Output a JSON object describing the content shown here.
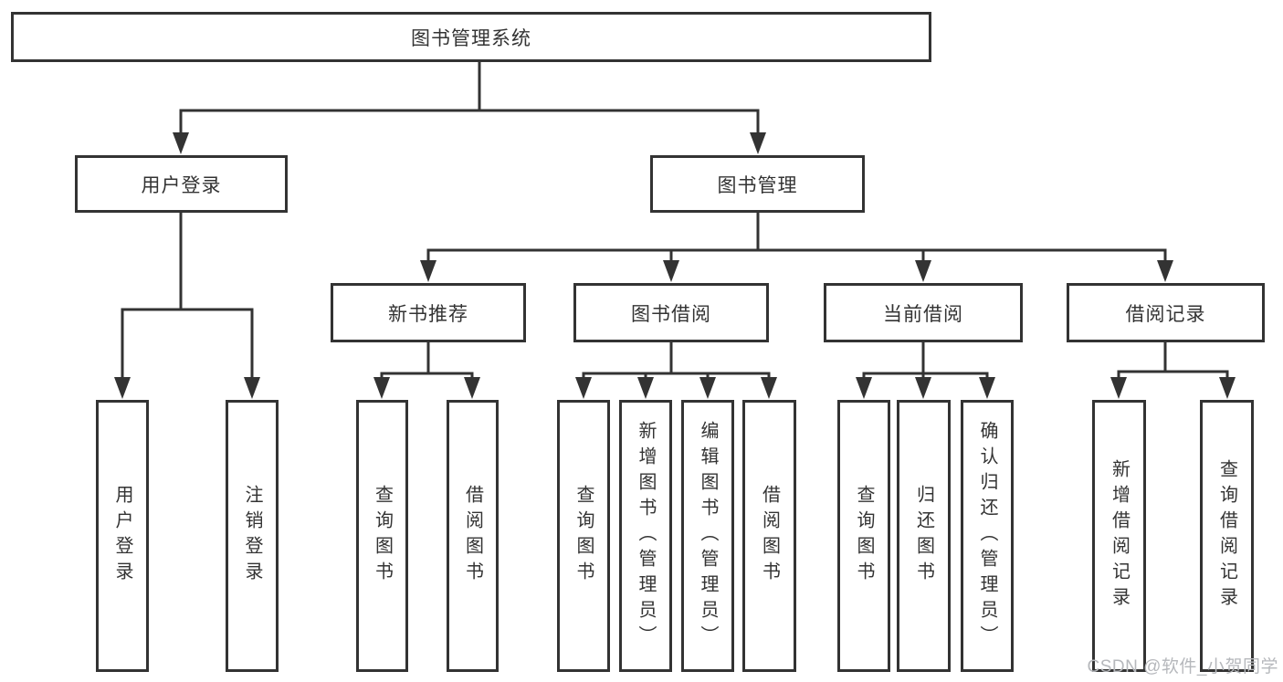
{
  "diagram": {
    "title": "图书管理系统",
    "root": {
      "label": "图书管理系统"
    },
    "branches": [
      {
        "label": "用户登录",
        "children": [
          "用户登录",
          "注销登录"
        ]
      },
      {
        "label": "图书管理",
        "sections": [
          {
            "label": "新书推荐",
            "children": [
              "查询图书",
              "借阅图书"
            ]
          },
          {
            "label": "图书借阅",
            "children": [
              "查询图书",
              "新增图书（管理员）",
              "编辑图书（管理员）",
              "借阅图书"
            ]
          },
          {
            "label": "当前借阅",
            "children": [
              "查询图书",
              "归还图书",
              "确认归还（管理员）"
            ]
          },
          {
            "label": "借阅记录",
            "children": [
              "新增借阅记录",
              "查询借阅记录"
            ]
          }
        ]
      }
    ]
  },
  "watermark": {
    "text": "CSDN @软件_小贺同学"
  },
  "colors": {
    "line": "#333333",
    "text": "#333333",
    "box_background": "#ffffff",
    "watermark": "#b6b8bc",
    "page_background": "#ffffff"
  }
}
